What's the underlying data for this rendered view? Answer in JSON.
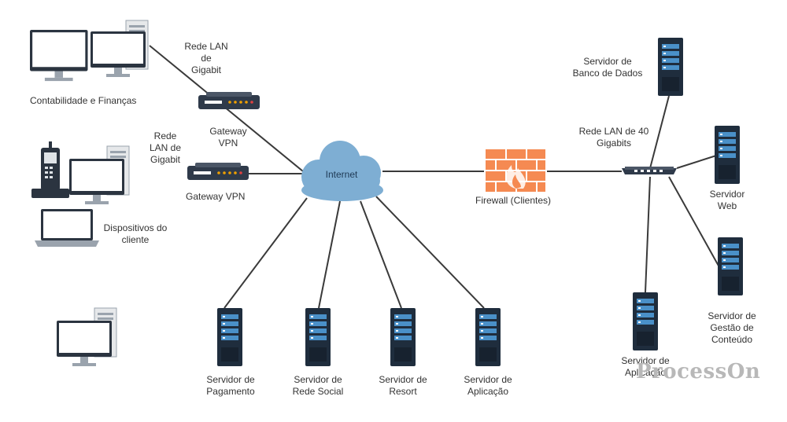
{
  "diagram": {
    "labels": {
      "contabilidade": "Contabilidade e Finanças",
      "rede_lan_gigabit_top": [
        "Rede LAN",
        "de",
        "Gigabit"
      ],
      "gateway_vpn_top": [
        "Gateway",
        "VPN"
      ],
      "rede_lan_gigabit_left": [
        "Rede",
        "LAN de",
        "Gigabit"
      ],
      "gateway_vpn_left": "Gateway VPN",
      "dispositivos_cliente": [
        "Dispositivos do",
        "cliente"
      ],
      "internet": "Internet",
      "firewall": "Firewall (Clientes)",
      "rede_lan_40": [
        "Rede LAN de 40",
        "Gigabits"
      ],
      "servidor_banco_dados": [
        "Servidor de",
        "Banco de Dados"
      ],
      "servidor_web": [
        "Servidor",
        "Web"
      ],
      "servidor_gestao": [
        "Servidor de",
        "Gestão de",
        "Conteúdo"
      ],
      "servidor_aplicacao_right": [
        "Servidor de",
        "Aplicação"
      ],
      "servidor_pagamento": [
        "Servidor de",
        "Pagamento"
      ],
      "servidor_rede_social": [
        "Servidor de",
        "Rede Social"
      ],
      "servidor_resort": [
        "Servidor de",
        "Resort"
      ],
      "servidor_aplicacao_bottom": [
        "Servidor de",
        "Aplicação"
      ]
    },
    "watermark": "ProcessOn",
    "colors": {
      "server_body": "#1f2d3d",
      "server_panel": "#4a90c8",
      "cloud": "#7eaed3",
      "firewall_brick": "#f58a52",
      "gateway": "#2f3a4a",
      "line": "#3a3a3a"
    }
  }
}
